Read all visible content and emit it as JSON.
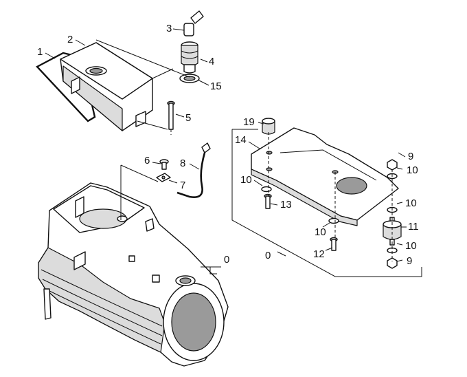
{
  "labels": {
    "p0_housing": "0",
    "p0_bracket": "0",
    "p1": "1",
    "p2": "2",
    "p3": "3",
    "p4": "4",
    "p5": "5",
    "p6": "6",
    "p7": "7",
    "p8": "8",
    "p9_top": "9",
    "p9_bottom": "9",
    "p10_a": "10",
    "p10_b": "10",
    "p10_c": "10",
    "p10_d": "10",
    "p10_e": "10",
    "p11": "11",
    "p12": "12",
    "p13": "13",
    "p14": "14",
    "p15": "15",
    "p19": "19"
  }
}
